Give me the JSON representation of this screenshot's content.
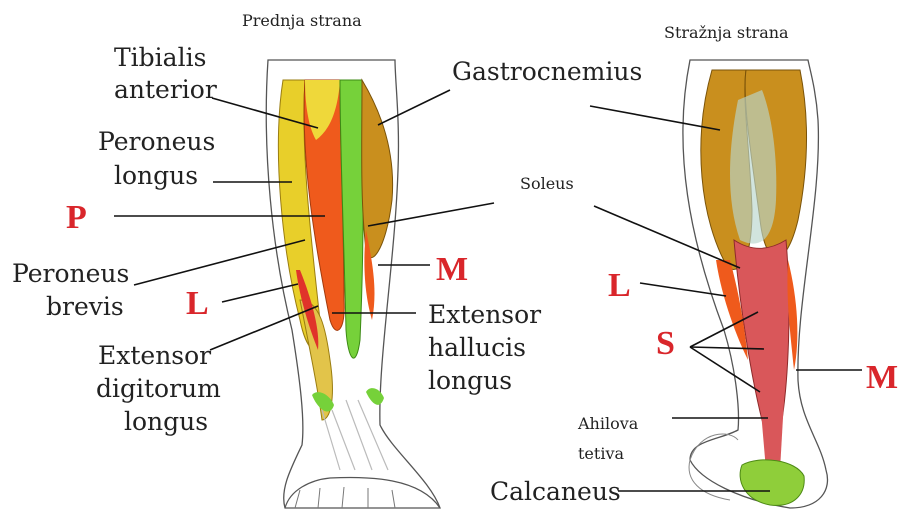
{
  "headers": {
    "front": "Prednja strana",
    "back": "Stražnja strana"
  },
  "labels": {
    "tibialis_line1": "Tibialis",
    "tibialis_line2": "anterior",
    "gastrocnemius": "Gastrocnemius",
    "peroneus_longus_line1": "Peroneus",
    "peroneus_longus_line2": "longus",
    "soleus": "Soleus",
    "peroneus_brevis_line1": "Peroneus",
    "peroneus_brevis_line2": "brevis",
    "extensor_hallucis_line1": "Extensor",
    "extensor_hallucis_line2": "hallucis",
    "extensor_hallucis_line3": "longus",
    "extensor_digitorum_line1": "Extensor",
    "extensor_digitorum_line2": "digitorum",
    "extensor_digitorum_line3": "longus",
    "ahilova_line1": "Ahilova",
    "ahilova_line2": "tetiva",
    "calcaneus": "Calcaneus"
  },
  "markers": {
    "front_p": "P",
    "front_l": "L",
    "front_m": "M",
    "back_l": "L",
    "back_s": "S",
    "back_m": "M"
  },
  "colors": {
    "yellow": "#e8cf2a",
    "orange": "#ef5a1c",
    "green": "#76d13a",
    "tan": "#c98f1e",
    "red_muscle": "#d9575a",
    "marker_red": "#d9262b"
  }
}
